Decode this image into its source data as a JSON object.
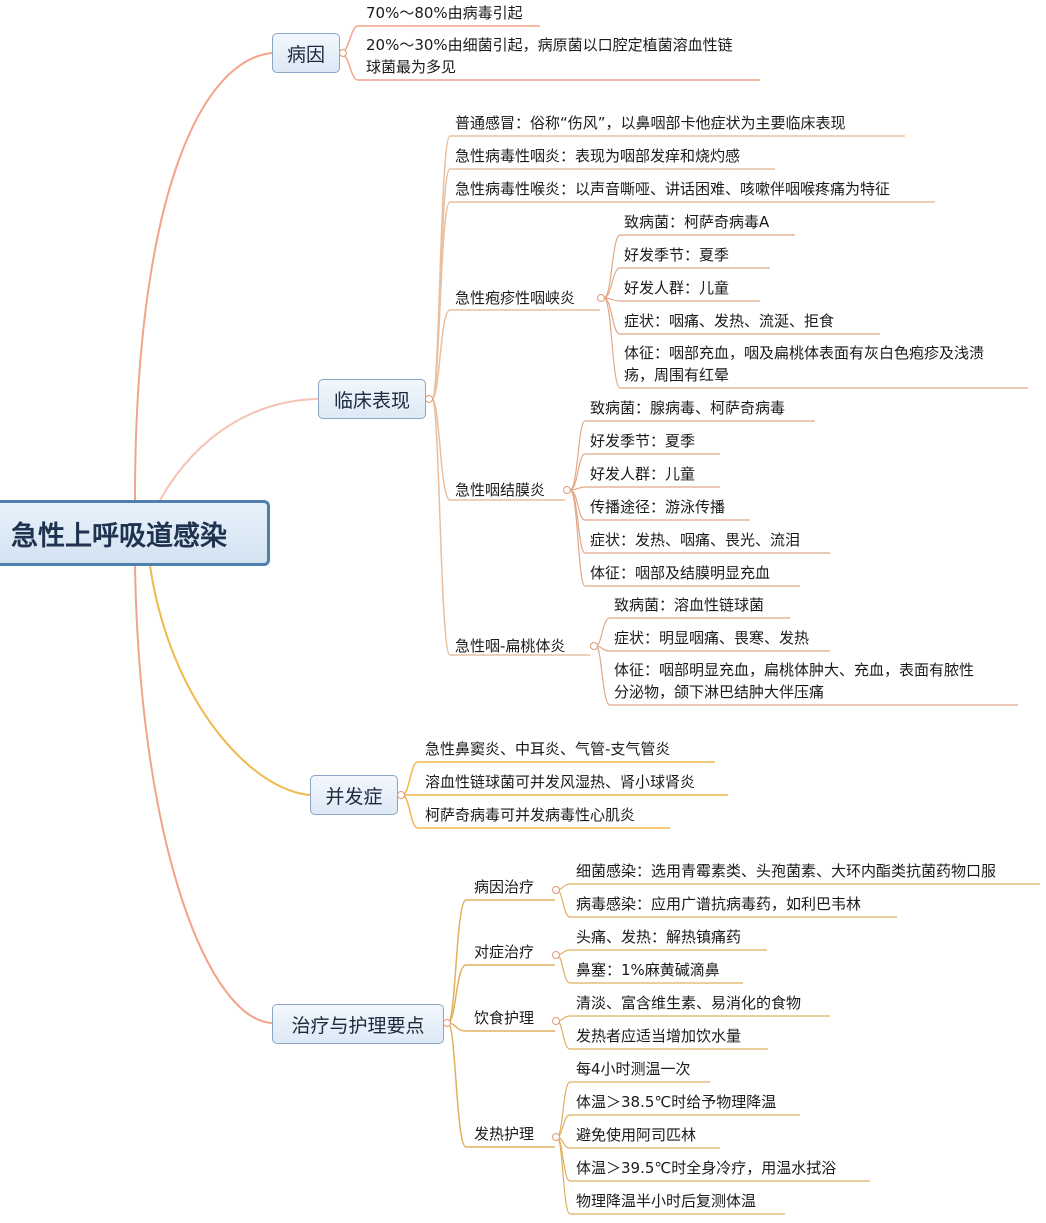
{
  "root": {
    "label": "急性上呼吸道感染"
  },
  "branches": {
    "cause": {
      "label": "病因",
      "items": [
        "70%～80%由病毒引起",
        "20%～30%由细菌引起，病原菌以口腔定植菌溶血性链",
        "球菌最为多见"
      ]
    },
    "clinical": {
      "label": "临床表现",
      "items": [
        "普通感冒：俗称“伤风”，以鼻咽部卡他症状为主要临床表现",
        "急性病毒性咽炎：表现为咽部发痒和烧灼感",
        "急性病毒性喉炎：以声音嘶哑、讲话困难、咳嗽伴咽喉疼痛为特征"
      ],
      "herpangina": {
        "label": "急性疱疹性咽峡炎",
        "items": [
          "致病菌：柯萨奇病毒A",
          "好发季节：夏季",
          "好发人群：儿童",
          "症状：咽痛、发热、流涎、拒食",
          "体征：咽部充血，咽及扁桃体表面有灰白色疱疹及浅溃",
          "疡，周围有红晕"
        ]
      },
      "conjunctivitis": {
        "label": "急性咽结膜炎",
        "items": [
          "致病菌：腺病毒、柯萨奇病毒",
          "好发季节：夏季",
          "好发人群：儿童",
          "传播途径：游泳传播",
          "症状：发热、咽痛、畏光、流泪",
          "体征：咽部及结膜明显充血"
        ]
      },
      "tonsillitis": {
        "label": "急性咽-扁桃体炎",
        "items": [
          "致病菌：溶血性链球菌",
          "症状：明显咽痛、畏寒、发热",
          "体征：咽部明显充血，扁桃体肿大、充血，表面有脓性",
          "分泌物，颌下淋巴结肿大伴压痛"
        ]
      }
    },
    "complication": {
      "label": "并发症",
      "items": [
        "急性鼻窦炎、中耳炎、气管-支气管炎",
        "溶血性链球菌可并发风湿热、肾小球肾炎",
        "柯萨奇病毒可并发病毒性心肌炎"
      ]
    },
    "treatment": {
      "label": "治疗与护理要点",
      "cause_treat": {
        "label": "病因治疗",
        "items": [
          "细菌感染：选用青霉素类、头孢菌素、大环内酯类抗菌药物口服",
          "病毒感染：应用广谱抗病毒药，如利巴韦林"
        ]
      },
      "symptom_treat": {
        "label": "对症治疗",
        "items": [
          "头痛、发热：解热镇痛药",
          "鼻塞：1%麻黄碱滴鼻"
        ]
      },
      "diet": {
        "label": "饮食护理",
        "items": [
          "清淡、富含维生素、易消化的食物",
          "发热者应适当增加饮水量"
        ]
      },
      "fever": {
        "label": "发热护理",
        "items": [
          "每4小时测温一次",
          "体温＞38.5℃时给予物理降温",
          "避免使用阿司匹林",
          "体温＞39.5℃时全身冷疗，用温水拭浴",
          "物理降温半小时后复测体温"
        ]
      }
    }
  },
  "colors": {
    "root_border": "#4e7fae",
    "branch_border": "#8aa6c4",
    "underline": "#9fb3c8",
    "link_main": "#f2a48a",
    "link_sub": "#e8b36a"
  }
}
